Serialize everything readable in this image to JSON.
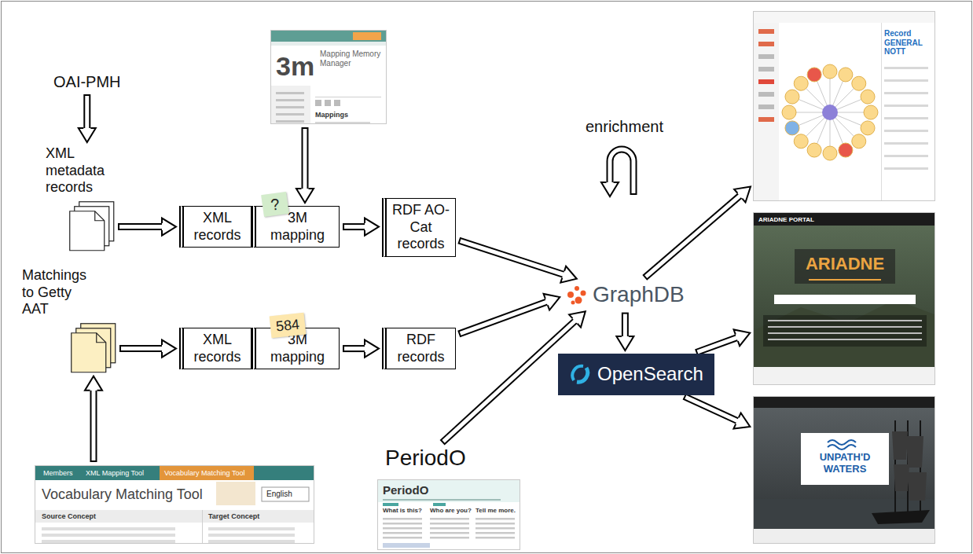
{
  "diagram": {
    "nodes": [
      {
        "text": [
          "OAI-PMH"
        ]
      },
      {
        "text": [
          "3m",
          "Mapping Memory Manager",
          "Mappings"
        ]
      },
      {
        "text": [
          "XML metadata records"
        ]
      },
      {
        "text": [
          "XML records"
        ]
      },
      {
        "text": [
          "3M mapping"
        ]
      },
      {
        "text": [
          "?"
        ]
      },
      {
        "text": [
          "RDF AO-Cat records"
        ]
      },
      {
        "text": [
          "Matchings to Getty AAT"
        ]
      },
      {
        "text": [
          "XML records"
        ]
      },
      {
        "text": [
          "3M mapping"
        ]
      },
      {
        "text": [
          "584"
        ]
      },
      {
        "text": [
          "RDF records"
        ]
      },
      {
        "text": [
          "Members",
          "XML Mapping Tool",
          "Vocabulary Matching Tool",
          "Vocabulary Matching Tool",
          "English",
          "Source Concept",
          "Target Concept"
        ]
      },
      {
        "text": [
          "PeriodO"
        ]
      },
      {
        "text": [
          "PeriodO",
          "What is this?",
          "Who are you?",
          "Tell me more."
        ]
      },
      {
        "text": [
          "GraphDB"
        ]
      },
      {
        "text": [
          "OpenSearch"
        ]
      },
      {
        "text": [
          "Record GENERAL NOTT"
        ]
      },
      {
        "text": [
          "ARIADNE PORTAL",
          "ARIADNE"
        ]
      },
      {
        "text": [
          "UNPATH'D WATERS"
        ]
      }
    ],
    "edges": [
      {
        "from": 0,
        "to": 2,
        "arrow": "to"
      },
      {
        "from": 1,
        "to": 4,
        "arrow": "to"
      },
      {
        "from": 2,
        "to": 3,
        "arrow": "to"
      },
      {
        "from": 4,
        "to": 6,
        "arrow": "to"
      },
      {
        "from": 12,
        "to": 7,
        "arrow": "to"
      },
      {
        "from": 7,
        "to": 8,
        "arrow": "to"
      },
      {
        "from": 9,
        "to": 11,
        "arrow": "to"
      },
      {
        "from": 6,
        "to": 15,
        "arrow": "to"
      },
      {
        "from": 11,
        "to": 15,
        "arrow": "to"
      },
      {
        "from": 13,
        "to": 15,
        "arrow": "to"
      },
      {
        "from": 15,
        "to": 16,
        "arrow": "to"
      },
      {
        "from": 15,
        "to": 17,
        "arrow": "to"
      },
      {
        "from": 16,
        "to": 18,
        "arrow": "to"
      },
      {
        "from": 16,
        "to": 19,
        "arrow": "to"
      }
    ],
    "labels": [
      "enrichment"
    ]
  }
}
